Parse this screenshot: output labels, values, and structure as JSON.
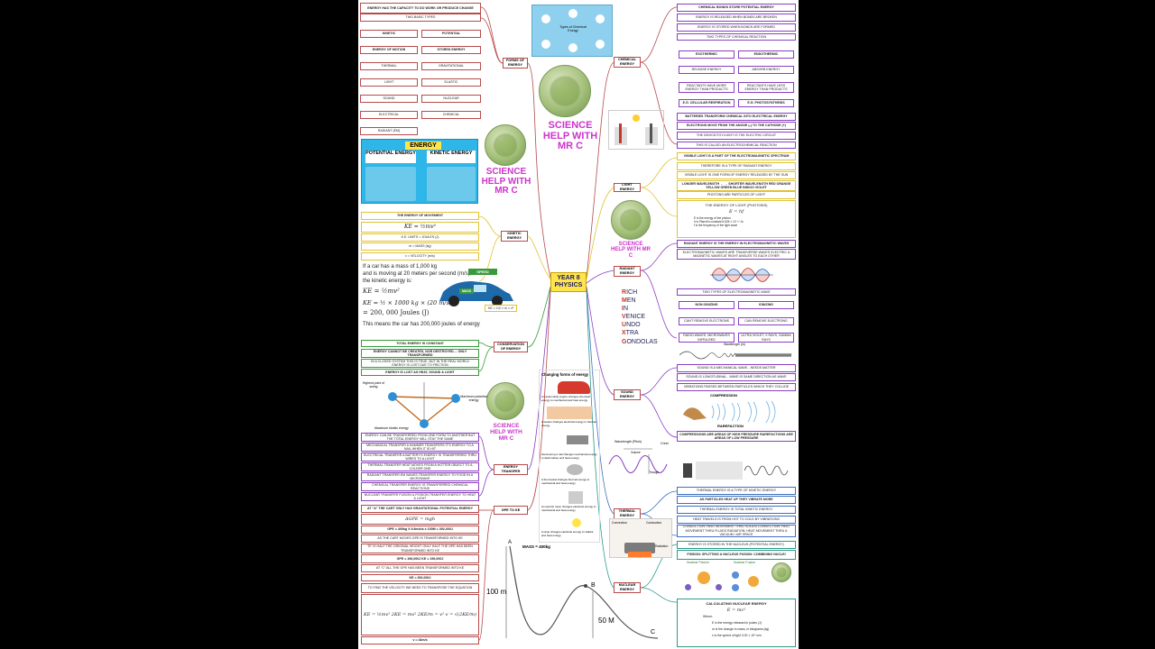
{
  "center": {
    "title": "YEAR 8 PHYSICS"
  },
  "brand": {
    "text": "SCIENCE HELP WITH MR C"
  },
  "nodes": {
    "forms": "FORMS OF ENERGY",
    "kinetic": "KINETIC ENERGY",
    "conservation": "CONSERVATION OF ENERGY",
    "transfer": "ENERGY TRANSFER",
    "gpe": "GPE TO KE",
    "chemical": "CHEMICAL ENERGY",
    "light": "LIGHT ENERGY",
    "radiant": "RADIANT ENERGY",
    "sound": "SOUND ENERGY",
    "thermal": "THERMAL ENERGY",
    "nuclear": "NUCLEAR ENERGY"
  },
  "forms": {
    "capacity": "ENERGY HAS THE CAPACITY TO DO WORK OR PRODUCE CHANGE",
    "two_types": "TWO BASIC TYPES",
    "kinetic_h": "KINETIC",
    "potential_h": "POTENTIAL",
    "motion": "ENERGY OF MOTION",
    "stored": "STORED ENERGY",
    "left": [
      "THERMAL",
      "LIGHT",
      "SOUND",
      "ELECTRICAL",
      "RADIANT (EM)"
    ],
    "right": [
      "GRAVITATIONAL",
      "ELASTIC",
      "NUCLEAR",
      "CHEMICAL"
    ]
  },
  "poster": {
    "energy": "ENERGY",
    "potential": "POTENTIAL ENERGY",
    "kinetic": "KINETIC ENERGY"
  },
  "chem_poster": {
    "title": "Types of Chemical Energy"
  },
  "kinetic": {
    "movement": "THE ENERGY OF MOVEMENT",
    "formula": "KE = ½mv²",
    "units": "K.E. UNITS = JOULES (J)",
    "mass": "m = MASS (kg)",
    "velocity": "v = VELOCITY (m/s)"
  },
  "car_example": {
    "line1": "If a car has a mass of 1,000 kg",
    "line2": "and is moving at 20 meters per second (m/s),",
    "line3": "the kinetic energy is:",
    "eq1": "KE = ½mv²",
    "eq2": "KE = ½ × 1000 kg × (20 m/s)²",
    "eq3": "= 200, 000 Joules (J)",
    "conclusion": "This means the car has 200,000 joules of energy",
    "speed": "SPEED",
    "mass": "MASS",
    "formula_tag": "KE = 1/2 × m × v²"
  },
  "conservation": [
    "TOTAL ENERGY IS CONSTANT",
    "ENERGY CANNOT BE CREATED, NOR DESTROYED.... ONLY TRANSFORMED",
    "IN A CLOSED SYSTEM THIS IS TRUE, BUT IN THE REAL WORLD ENERGY IS LOST DUE TO FRICTION",
    "ENERGY IS LOST AS HEAT, SOUND & LIGHT"
  ],
  "pendulum": {
    "highest": "Highest point of swing",
    "max_pe": "Maximum potential energy",
    "max_ke": "Maximum kinetic energy"
  },
  "transfer": [
    "ENERGY CAN BE TRANSFERRED FROM ONE FORM TO ANOTHER BUT THE TOTAL ENERGY WILL STAY THE SAME",
    "MECHANICAL TRANSFER A HAMMER TRANSFERS IT'S ENERGY TO A NAIL WHEN IT IS HIT",
    "ELECTRICAL TRANSFER A BATTERY'S ENERGY IS TRANSFERRED THRU WIRES TO A LIGHT",
    "THERMAL TRANSFER HEAT MOVES FROM A HOTTER OBJECT TO A COLDER ONE",
    "RADIANT TRANSFER EM WAVES TRANSFER ENERGY TO FOOD IN A MICROWAVE",
    "CHEMICAL TRANSFER ENERGY IS TRANSFERRED CHEMICAL REACTIONS",
    "NUCLEAR TRANSFER FUSION & FISSION TRANSFER ENERGY TO HEAT & LIGHT"
  ],
  "changing_forms": {
    "title": "Changing forms of energy",
    "captions": [
      "An automobile engine changes chemical energy to mechanical and heat energy.",
      "A toaster changes electrical energy to thermal energy.",
      "Hammering a nail changes mechanical energy to deformation and heat energy.",
      "A thermostat changes thermal energy to mechanical and heat energy.",
      "An electric mixer changes electrical energy to mechanical and heat energy.",
      "A lamp changes electrical energy to radiant and heat energy."
    ]
  },
  "gpe": [
    "AT \"A\" THE CART ONLY HAS GRAVITATIONAL POTENTIAL ENERGY",
    "ΔGPE = mgh",
    "GPE = 400kg X 9.8m/s/s x 100M = 392,000J",
    "AS THE CART MOVES GPE IS TRANSFORMED INTO KE",
    "\"B\" IS HALF THE ORIGINAL HEIGHT ONLY HALF THE GPE HAS BEEN TRANSFORMED INTO KE",
    "GPE = 196,000J KE = 196,000J",
    "AT \"C\" ALL THE GPE HAS BEEN TRANSFORMED INTO KE",
    "KE = 392,000J",
    "TO FIND THE VELOCITY WE NEED TO TRANSPOSE THE EQUATION",
    "KE = ½mv²  2KE = mv²  2KE/m = v²  v = √(2KE/m)",
    "v = 44m/s"
  ],
  "coaster": {
    "mass": "MASS = 400kg",
    "a": "A",
    "b": "B",
    "c": "C",
    "h100": "100 m",
    "h50": "50 M"
  },
  "chemical": [
    "CHEMICAL BONDS STORE POTENTIAL ENERGY",
    "ENERGY IS RELEASED WHEN BONDS ARE BROKEN",
    "ENERGY IS STORED WHEN BONDS ARE FORMED",
    "TWO TYPES OF CHEMICAL REACTION"
  ],
  "reaction": {
    "exo": "EXOTHERMIC",
    "endo": "ENDOTHERMIC",
    "release": "RELEASE ENERGY",
    "absorb": "ABSORB ENERGY",
    "more": "REACTANTS HAVE MORE ENERGY THAN PRODUCTS",
    "less": "REACTANTS HAVE LESS ENERGY THAN PRODUCTS",
    "resp": "E.G. CELLULAR RESPIRATION",
    "photo": "E.G. PHOTOSYNTHESIS"
  },
  "battery": [
    "BATTERIES TRANSFORM CHEMICAL INTO ELECTRICAL ENERGY",
    "ELECTRONS MOVE FROM THE ANODE (-) TO THE CATHODE (+)",
    "THE DEVICE/TOY/LIGHT IS THE ELECTRIC CIRCUIT",
    "THIS IS CALLED AN ELECTROCHEMICAL REACTION"
  ],
  "light": [
    "VISIBLE LIGHT IS A PART OF THE ELECTROMAGNETIC SPECTRUM",
    "THEREFORE IS A TYPE OF RADIANT ENERGY",
    "VISIBLE LIGHT IS ONE FORM OF ENERGY RELEASED BY THE SUN",
    "LONGER WAVELENGTH ← → SHORTER WAVELENGTH RED ORANGE YELLOW GREEN BLUE INDIGO VIOLET",
    "PHOTONS ARE PARTICLES OF LIGHT"
  ],
  "photon": {
    "title": "THE ENERGY OF LIGHT (PHOTONS)",
    "formula": "E = hf",
    "notes": [
      "E is the energy of the photon",
      "h is Planck's constant 6.626 × 10⁻³⁴ Js",
      "f is the frequency of the light wave"
    ]
  },
  "radiant": [
    "RADIANT ENERGY IS THE ENERGY IN ELECTROMAGNETIC WAVES",
    "ELECTROMAGNETIC WAVES ARE TRANSVERSE WAVES ELECTRIC & MAGNETIC WAVES AT RIGHT ANGLES TO EACH OTHER",
    "TWO TYPES OF ELECTROMAGNETIC WAVE"
  ],
  "ionizing": {
    "non": "NON IONIZING",
    "ion": "IONIZING",
    "cant": "CAN'T REMOVE ELECTRONS",
    "can": "CAN REMOVE ELECTRONS",
    "radio": "RADIO WAVES, MICROWAVES INFRA-RED",
    "uv": "ULTRA VIOLET, X RAYS, GAMMA RAYS",
    "wavelength": "Wavelength (m)"
  },
  "mnemonic": [
    {
      "first": "R",
      "rest": "ICH"
    },
    {
      "first": "M",
      "rest": "EN"
    },
    {
      "first": "I",
      "rest": "N"
    },
    {
      "first": "V",
      "rest": "ENICE"
    },
    {
      "first": "U",
      "rest": "NDO"
    },
    {
      "first": "X",
      "rest": "TRA"
    },
    {
      "first": "G",
      "rest": "ONDOLAS"
    }
  ],
  "sound": [
    "SOUND IS A MECHANICAL WAVE - NEEDS MATTER",
    "SOUND IS LONGITUDINAL - WAVE IS SAME DIRECTION AS WAVE",
    "VIBRATIONS PASSED BETWEEN PARTICLES WHICH THEY COLLIDE"
  ],
  "sound_img": {
    "compression": "COMPRESSION",
    "rarefaction": "RAREFACTION",
    "note": "COMPRESSIONS ARE AREAS OF HIGH PRESSURE RAREFACTIONS ARE AREAS OF LOW PRESSURE"
  },
  "wave": {
    "wavelength": "Wavelength (Pitch)",
    "crest": "Crest",
    "trough": "Trough",
    "volume": "Volume"
  },
  "thermal": [
    "THERMAL ENERGY IS A TYPE OF KINETIC ENERGY",
    "AS PARTICLES HEAT UP THEY VIBRATE MORE",
    "THERMAL ENERGY IS TOTAL KINETIC ENERGY",
    "HEAT TRAVELS IS FROM HOT TO COLD BY VIBRATIONS",
    "CONDUCTION: HEAT MOVEMENT THRU SOLIDS CONVECTION: HEAT MOVEMENT THRU FLUIDS RADIATION: HEAT MOVEMENT THRU A VACUUM / AIR SPACE"
  ],
  "thermal_img": {
    "convection": "Convection",
    "conduction": "Conduction",
    "radiation": "Radiation"
  },
  "nuclear": [
    "ENERGY IS STORED IN THE NUCLEUS (POTENTIAL ENERGY)",
    "FISSION: SPLITTING A NUCLEUS FUSION: COMBINING NUCLEI"
  ],
  "nuclear_img": {
    "fission": "Nuclear Fission",
    "fusion": "Nuclear Fusion"
  },
  "calc_nuclear": {
    "title": "CALCULATING NUCLEAR ENERGY",
    "formula": "E = mc²",
    "where": "Where:",
    "notes": [
      "E is the energy released in joules (J)",
      "m is the change in mass, in kilograms (kg)",
      "c is the speed of light 3.00 × 10⁸ m/s"
    ]
  }
}
